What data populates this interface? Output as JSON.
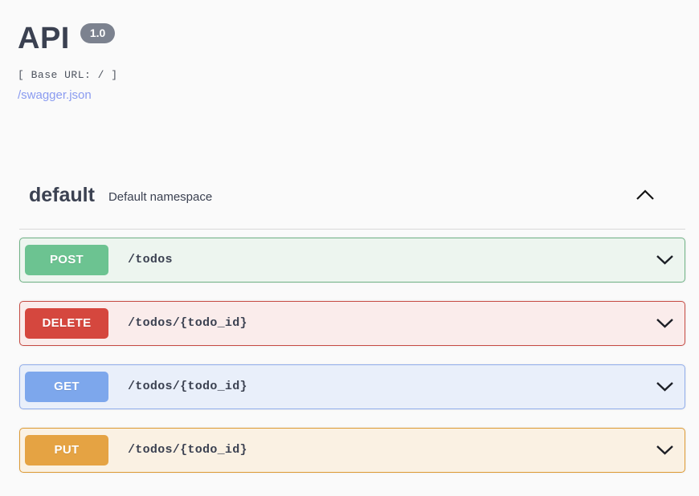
{
  "header": {
    "title": "API",
    "version_badge": "1.0",
    "base_url_label": "[ Base URL: / ]",
    "spec_link": "/swagger.json"
  },
  "section": {
    "name": "default",
    "description": "Default namespace",
    "state": "expanded",
    "collapse_icon": "chevron-up"
  },
  "operations": [
    {
      "method": "POST",
      "path": "/todos",
      "badge_color": "#6cc391",
      "border_color": "#6fb285",
      "background_color": "#edf5ef",
      "expand_icon": "chevron-down"
    },
    {
      "method": "DELETE",
      "path": "/todos/{todo_id}",
      "badge_color": "#d5473e",
      "border_color": "#c64a42",
      "background_color": "#faeceb",
      "expand_icon": "chevron-down"
    },
    {
      "method": "GET",
      "path": "/todos/{todo_id}",
      "badge_color": "#7da7ec",
      "border_color": "#8fabea",
      "background_color": "#e9effa",
      "expand_icon": "chevron-down"
    },
    {
      "method": "PUT",
      "path": "/todos/{todo_id}",
      "badge_color": "#e5a343",
      "border_color": "#dd9a33",
      "background_color": "#faf1e3",
      "expand_icon": "chevron-down"
    }
  ],
  "colors": {
    "page_bg": "#fafafa",
    "title_color": "#3b4151",
    "version_badge_bg": "#7c828f",
    "base_url_color": "#4d535e",
    "link_color": "#8a9bf0",
    "divider_color": "#d9d9d9",
    "chevron_color": "#1c1f26"
  }
}
